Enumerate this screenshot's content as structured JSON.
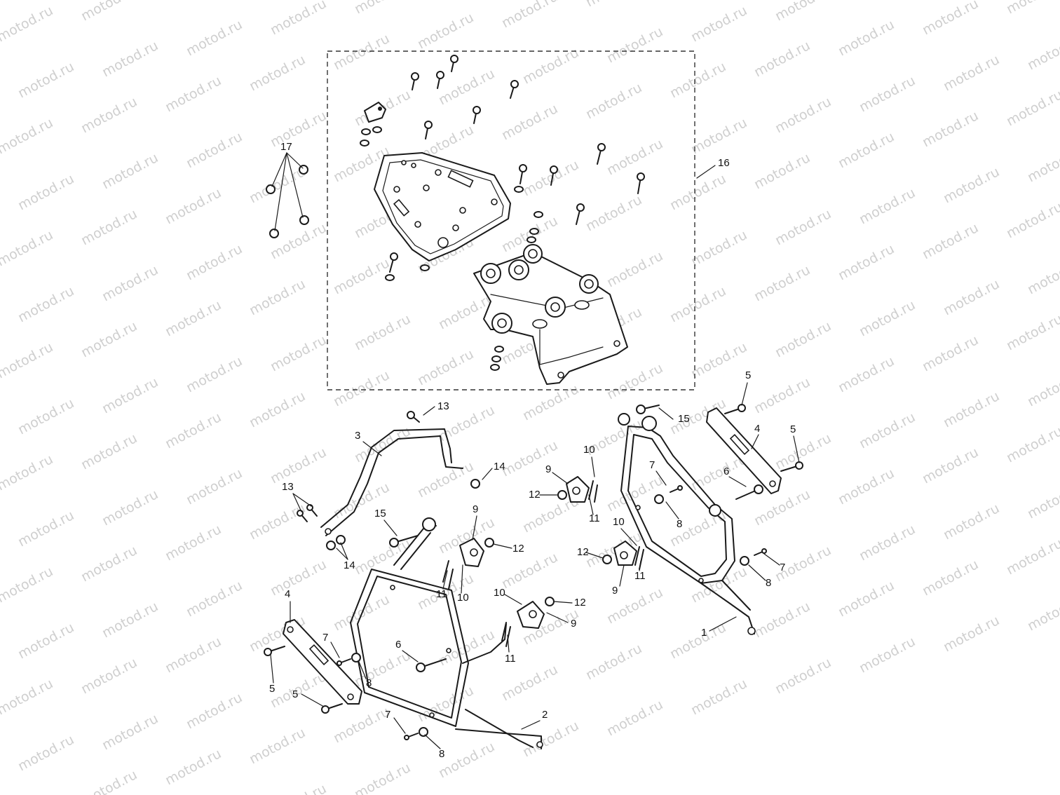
{
  "watermark": "motod.ru",
  "callouts": [
    {
      "id": "c17",
      "text": "17"
    },
    {
      "id": "c16",
      "text": "16"
    },
    {
      "id": "c13a",
      "text": "13"
    },
    {
      "id": "c3",
      "text": "3"
    },
    {
      "id": "c14a",
      "text": "14"
    },
    {
      "id": "c13b",
      "text": "13"
    },
    {
      "id": "c14b",
      "text": "14"
    },
    {
      "id": "c15a",
      "text": "15"
    },
    {
      "id": "c9a",
      "text": "9"
    },
    {
      "id": "c12a",
      "text": "12"
    },
    {
      "id": "c11a",
      "text": "11"
    },
    {
      "id": "c10a",
      "text": "10"
    },
    {
      "id": "c10b",
      "text": "10"
    },
    {
      "id": "c12b",
      "text": "12"
    },
    {
      "id": "c9b",
      "text": "9"
    },
    {
      "id": "c11b",
      "text": "11"
    },
    {
      "id": "c4a",
      "text": "4"
    },
    {
      "id": "c7a",
      "text": "7"
    },
    {
      "id": "c6a",
      "text": "6"
    },
    {
      "id": "c8a",
      "text": "8"
    },
    {
      "id": "c5a",
      "text": "5"
    },
    {
      "id": "c5b",
      "text": "5"
    },
    {
      "id": "c7b",
      "text": "7"
    },
    {
      "id": "c8b",
      "text": "8"
    },
    {
      "id": "c2",
      "text": "2"
    },
    {
      "id": "c15b",
      "text": "15"
    },
    {
      "id": "c5c",
      "text": "5"
    },
    {
      "id": "c4b",
      "text": "4"
    },
    {
      "id": "c5d",
      "text": "5"
    },
    {
      "id": "c6b",
      "text": "6"
    },
    {
      "id": "c10c",
      "text": "10"
    },
    {
      "id": "c9c",
      "text": "9"
    },
    {
      "id": "c12c",
      "text": "12"
    },
    {
      "id": "c11c",
      "text": "11"
    },
    {
      "id": "c7c",
      "text": "7"
    },
    {
      "id": "c8c",
      "text": "8"
    },
    {
      "id": "c10d",
      "text": "10"
    },
    {
      "id": "c12d",
      "text": "12"
    },
    {
      "id": "c9d",
      "text": "9"
    },
    {
      "id": "c11d",
      "text": "11"
    },
    {
      "id": "c7d",
      "text": "7"
    },
    {
      "id": "c8d",
      "text": "8"
    },
    {
      "id": "c1",
      "text": "1"
    }
  ]
}
